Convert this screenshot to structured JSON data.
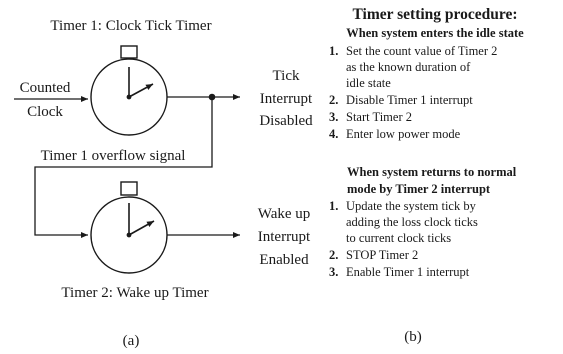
{
  "panel_a": {
    "timer1_title": "Timer 1: Clock Tick Timer",
    "counted_clock": [
      "Counted",
      "Clock"
    ],
    "tick_interrupt": [
      "Tick",
      "Interrupt",
      "Disabled"
    ],
    "overflow_signal": "Timer 1 overflow signal",
    "wakeup_interrupt": [
      "Wake up",
      "Interrupt",
      "Enabled"
    ],
    "timer2_title": "Timer 2: Wake up Timer",
    "caption": "(a)"
  },
  "panel_b": {
    "title": "Timer setting procedure:",
    "section1": {
      "heading": [
        "When system enters the idle state"
      ],
      "steps": [
        {
          "num": "1.",
          "lines": [
            "Set the count value of Timer 2",
            "as the known duration of",
            "idle state"
          ]
        },
        {
          "num": "2.",
          "lines": [
            "Disable Timer 1 interrupt"
          ]
        },
        {
          "num": "3.",
          "lines": [
            "Start Timer 2"
          ]
        },
        {
          "num": "4.",
          "lines": [
            "Enter low power mode"
          ]
        }
      ]
    },
    "section2": {
      "heading": [
        "When system returns to normal",
        "mode by Timer  2 interrupt"
      ],
      "steps": [
        {
          "num": "1.",
          "lines": [
            "Update the system tick by",
            "adding the loss clock ticks",
            "to current clock ticks"
          ]
        },
        {
          "num": "2.",
          "lines": [
            "STOP Timer 2"
          ]
        },
        {
          "num": "3.",
          "lines": [
            "Enable Timer 1 interrupt"
          ]
        }
      ]
    },
    "caption": "(b)"
  }
}
